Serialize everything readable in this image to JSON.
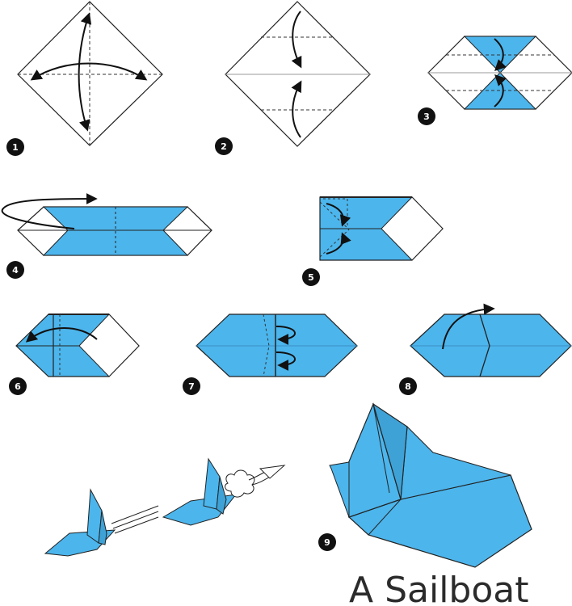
{
  "title": "A Sailboat",
  "colors": {
    "paper_blue": "#4cb5ec",
    "paper_white": "#ffffff",
    "outline": "#222222",
    "badge": "#111111"
  },
  "steps": [
    {
      "number": "1"
    },
    {
      "number": "2"
    },
    {
      "number": "3"
    },
    {
      "number": "4"
    },
    {
      "number": "5"
    },
    {
      "number": "6"
    },
    {
      "number": "7"
    },
    {
      "number": "8"
    },
    {
      "number": "9"
    }
  ]
}
